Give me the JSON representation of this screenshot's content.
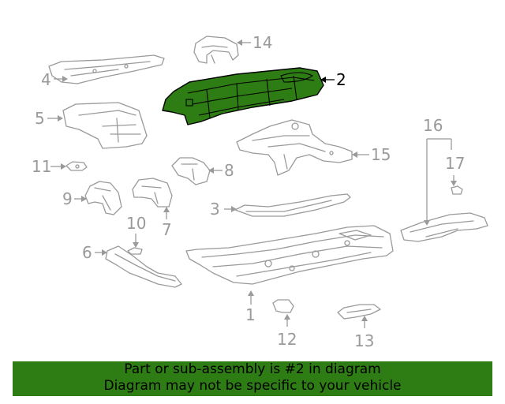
{
  "diagram": {
    "highlighted_part": "2",
    "callouts": [
      "1",
      "2",
      "3",
      "4",
      "5",
      "6",
      "7",
      "8",
      "9",
      "10",
      "11",
      "12",
      "13",
      "14",
      "15",
      "16",
      "17"
    ],
    "colors": {
      "highlight": "#2e7d14",
      "outline": "#9a9a9a",
      "highlight_label": "#000000"
    }
  },
  "banner": {
    "line1": "Part or sub-assembly is #2 in diagram",
    "line2": "Diagram may not be specific to your vehicle"
  }
}
